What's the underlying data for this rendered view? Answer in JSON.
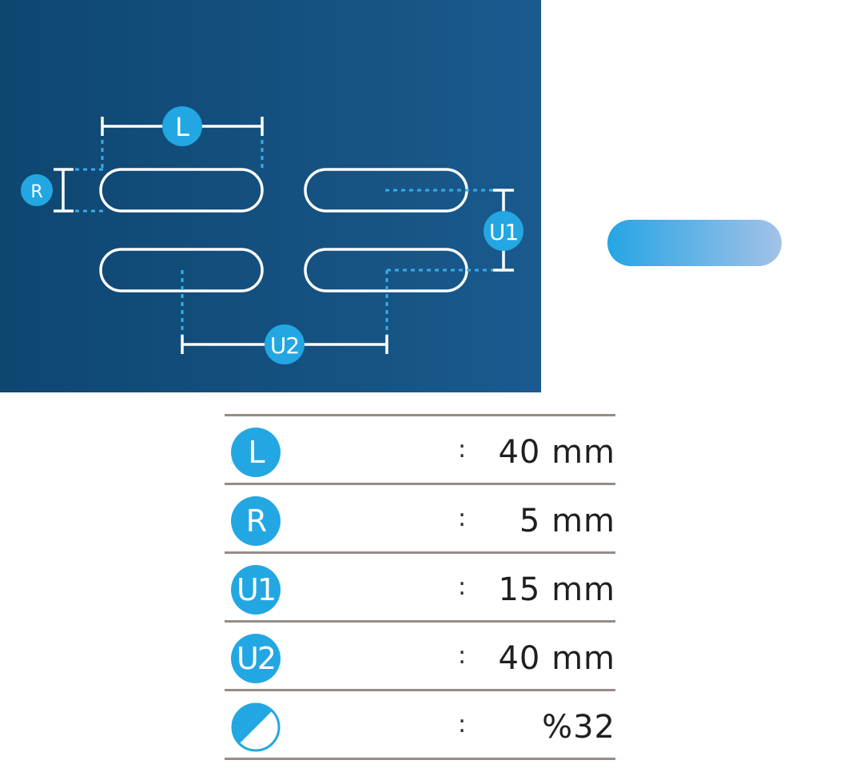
{
  "diagram": {
    "callouts": {
      "length": "L",
      "radius": "R",
      "gap_vertical": "U1",
      "gap_horizontal": "U2"
    }
  },
  "specs": {
    "rows": [
      {
        "badge": "L",
        "separator": ":",
        "value": "40 mm"
      },
      {
        "badge": "R",
        "separator": ":",
        "value": "5 mm"
      },
      {
        "badge": "U1",
        "separator": ":",
        "value": "15 mm"
      },
      {
        "badge": "U2",
        "separator": ":",
        "value": "40 mm"
      },
      {
        "badge_icon": "half-filled-circle-icon",
        "separator": ":",
        "value": "%32"
      }
    ]
  },
  "colors": {
    "panel_dark": "#0e4670",
    "panel_light": "#1a5a8e",
    "accent": "#22a7e3",
    "bar_start": "#24a5e3",
    "bar_end": "#a3c2e8",
    "rule": "#958c88"
  }
}
